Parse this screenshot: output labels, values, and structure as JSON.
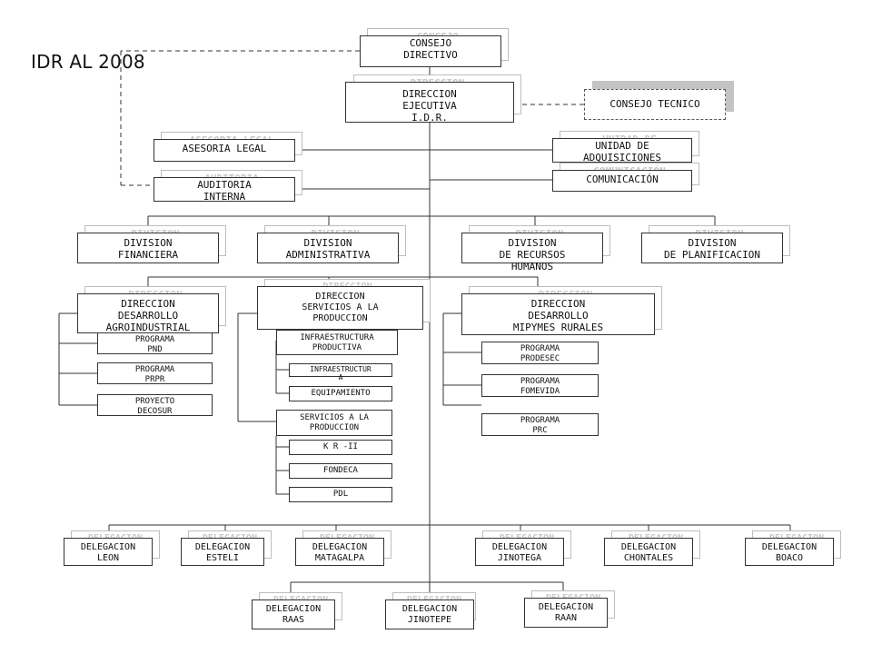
{
  "title": "IDR AL 2008",
  "consejo_directivo": "CONSEJO\nDIRECTIVO",
  "direccion_ejecutiva": "DIRECCION\nEJECUTIVA\nI.D.R.",
  "consejo_tecnico": "CONSEJO TECNICO",
  "asesoria_legal": "ASESORIA LEGAL",
  "auditoria_interna": "AUDITORIA\nINTERNA",
  "unidad_adquisiciones": "UNIDAD DE\nADQUISICIONES",
  "comunicacion": "COMUNICACIÓN",
  "divisions": {
    "financiera": "DIVISION\nFINANCIERA",
    "administrativa": "DIVISION\nADMINISTRATIVA",
    "recursos_humanos": "DIVISION\nDE RECURSOS\nHUMANOS",
    "planificacion": "DIVISION\nDE PLANIFICACION"
  },
  "direcciones": {
    "desarrollo_agroindustrial": "DIRECCION\nDESARROLLO\nAGROINDUSTRIAL",
    "servicios_produccion": "DIRECCION\nSERVICIOS A LA\nPRODUCCION",
    "mipymes_rurales": "DIRECCION\nDESARROLLO\nMIPYMES RURALES"
  },
  "programs_left": {
    "pnd": "PROGRAMA\nPND",
    "prpr": "PROGRAMA\nPRPR",
    "decosur": "PROYECTO\nDECOSUR"
  },
  "programs_center": {
    "infraestructura_productiva": "INFRAESTRUCTURA\nPRODUCTIVA",
    "infraestructura": "INFRAESTRUCTUR\nA",
    "equipamiento": "EQUIPAMIENTO",
    "servicios_produccion": "SERVICIOS A LA\nPRODUCCION",
    "kr2": "K R -II",
    "fondeca": "FONDECA",
    "pdl": "PDL"
  },
  "programs_right": {
    "prodesec": "PROGRAMA\nPRODESEC",
    "fomevida": "PROGRAMA\nFOMEVIDA",
    "prc": "PROGRAMA\nPRC"
  },
  "delegaciones": {
    "leon": "DELEGACION\nLEON",
    "esteli": "DELEGACION\nESTELI",
    "matagalpa": "DELEGACION\nMATAGALPA",
    "jinotega": "DELEGACION\nJINOTEGA",
    "chontales": "DELEGACION\nCHONTALES",
    "boaco": "DELEGACION\nBOACO",
    "raas": "DELEGACION\nRAAS",
    "jinotepe": "DELEGACION\nJINOTEPE",
    "raan": "DELEGACION\nRAAN"
  }
}
